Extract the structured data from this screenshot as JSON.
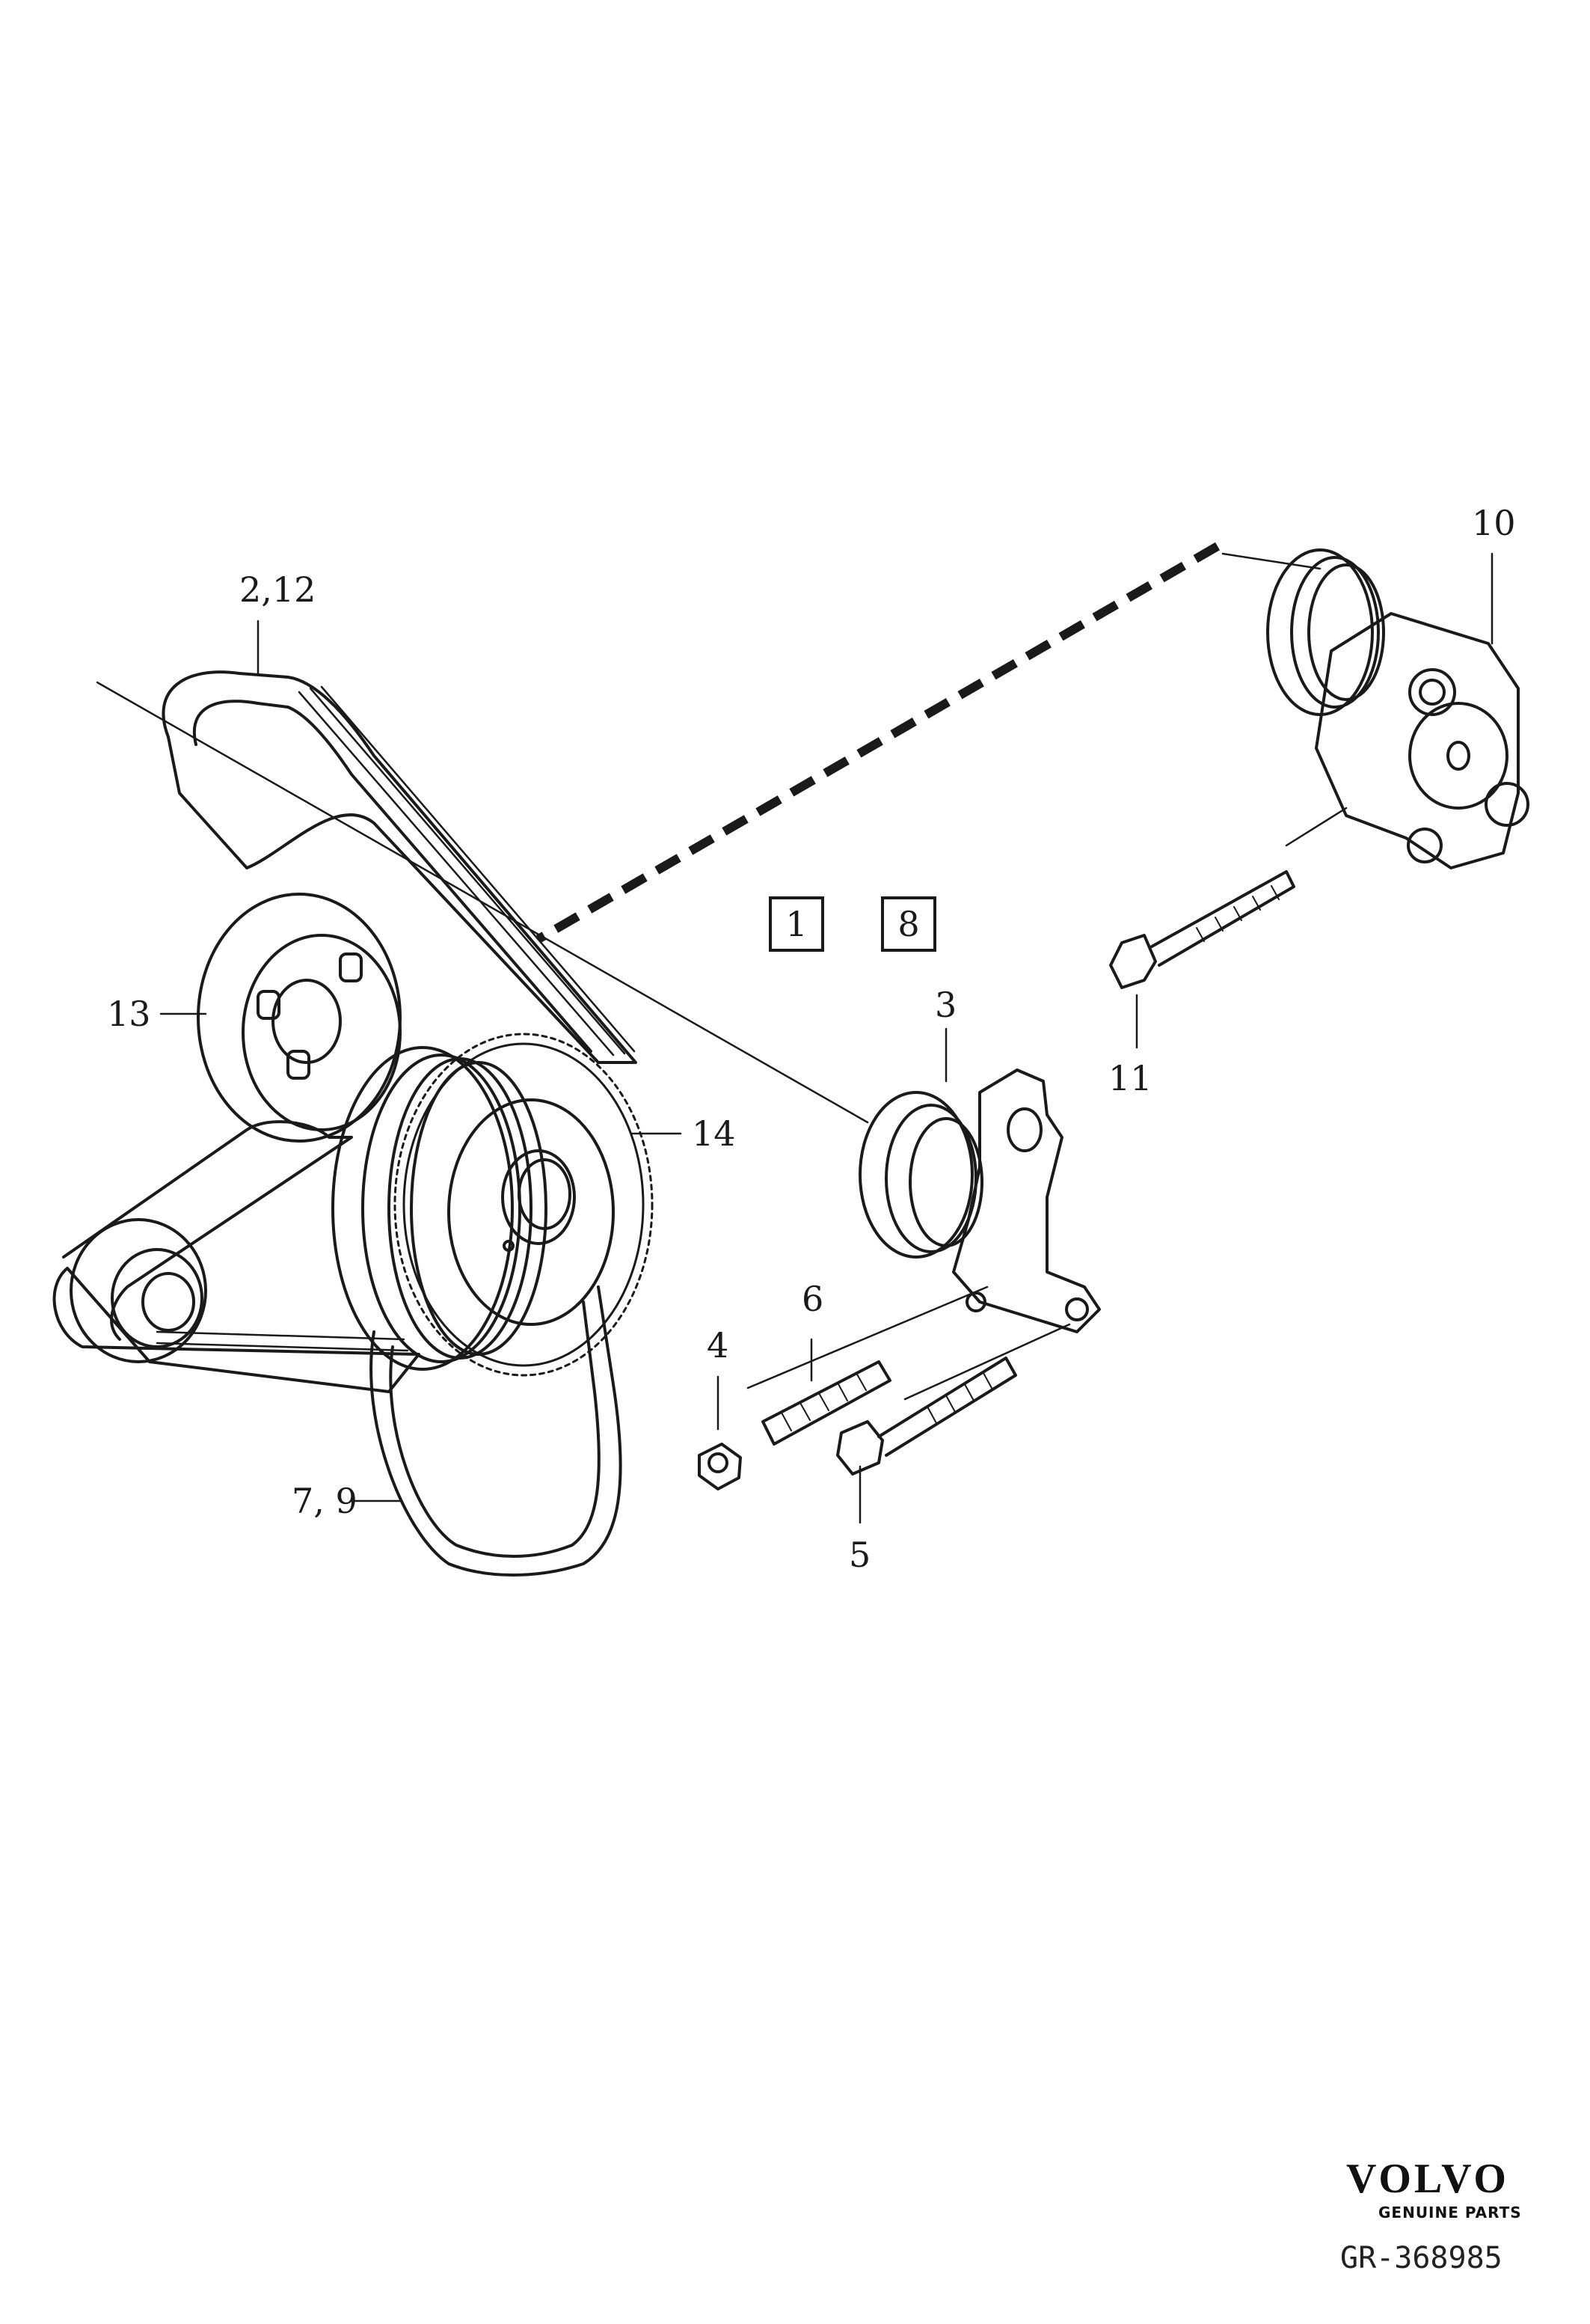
{
  "callouts": {
    "c_2_12": "2,12",
    "c_10": "10",
    "c_13": "13",
    "c_14": "14",
    "c_3": "3",
    "c_11": "11",
    "c_6": "6",
    "c_4": "4",
    "c_7_9": "7, 9",
    "c_5": "5"
  },
  "boxed_labels": {
    "b1": "1",
    "b8": "8"
  },
  "brand": {
    "name": "VOLVO",
    "tagline": "GENUINE PARTS"
  },
  "figure_number": "GR-368985"
}
